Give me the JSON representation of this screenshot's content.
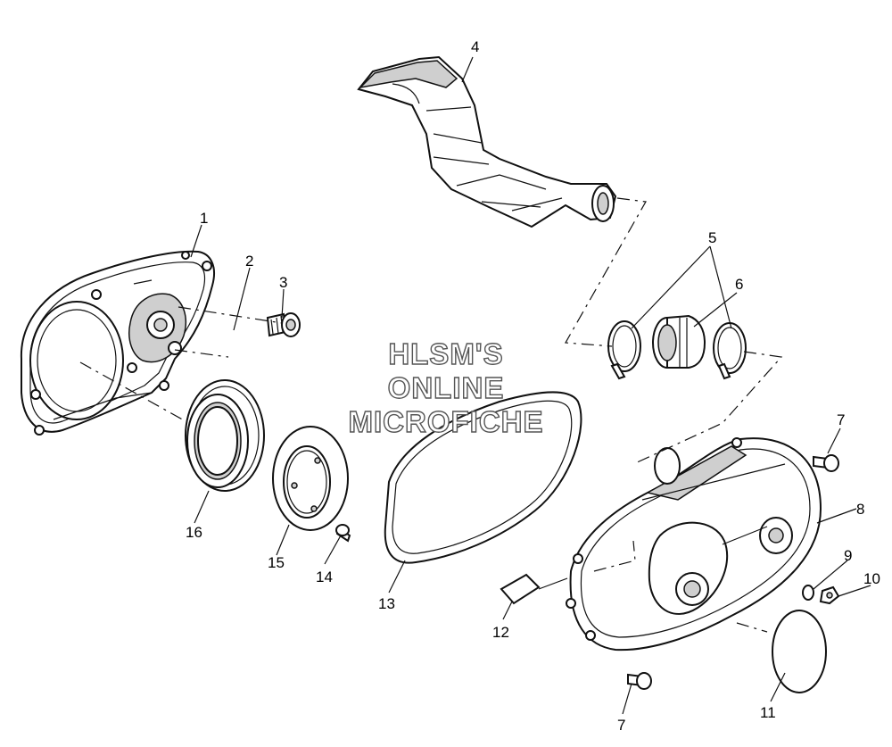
{
  "watermark": {
    "line1": "HLSM'S",
    "line2": "ONLINE",
    "line3": "MICROFICHE"
  },
  "callouts": {
    "c1": "1",
    "c2": "2",
    "c3": "3",
    "c4": "4",
    "c5": "5",
    "c6": "6",
    "c7_top": "7",
    "c7_bottom": "7",
    "c8": "8",
    "c9": "9",
    "c10": "10",
    "c11": "11",
    "c12": "12",
    "c13": "13",
    "c14": "14",
    "c15": "15",
    "c16": "16"
  },
  "icons": {
    "inner_cover": "inner-clutch-cover-icon",
    "duct": "air-duct-icon",
    "outer_cover": "outer-clutch-cover-icon",
    "belt": "drive-belt-icon"
  }
}
